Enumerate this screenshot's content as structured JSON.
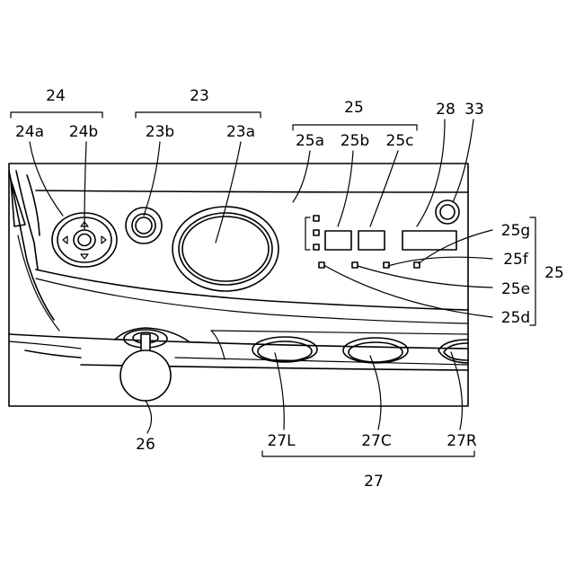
{
  "labels": {
    "l24": "24",
    "l24a": "24a",
    "l24b": "24b",
    "l23": "23",
    "l23b": "23b",
    "l23a": "23a",
    "l25top": "25",
    "l25a": "25a",
    "l25b": "25b",
    "l25c": "25c",
    "l28": "28",
    "l33": "33",
    "l25g": "25g",
    "l25f": "25f",
    "l25e": "25e",
    "l25d": "25d",
    "l25right": "25",
    "l26": "26",
    "l27L": "27L",
    "l27C": "27C",
    "l27R": "27R",
    "l27": "27"
  },
  "icons": {
    "dpad_up": "up-arrow-icon",
    "dpad_down": "down-arrow-icon",
    "dpad_left": "left-arrow-icon",
    "dpad_right": "right-arrow-icon"
  }
}
